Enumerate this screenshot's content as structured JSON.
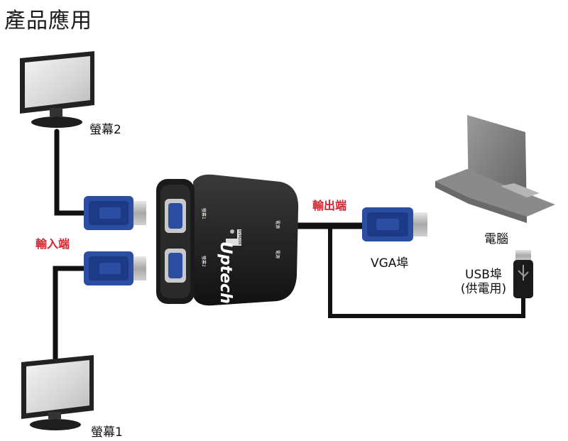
{
  "title": "產品應用",
  "labels": {
    "monitor2": "螢幕2",
    "monitor1": "螢幕1",
    "input_end": "輸入端",
    "output_end": "輸出端",
    "vga_port": "VGA埠",
    "computer": "電腦",
    "usb_port": "USB埠",
    "usb_power": "(供電用)"
  },
  "device": {
    "brand": "Uptech",
    "model": "KVM206",
    "port1": "螢幕1",
    "port2": "螢幕2",
    "power1": "電源",
    "power2": "電源"
  },
  "colors": {
    "cable": "#111111",
    "vga_blue": "#2b4ea3",
    "device_body": "#1c1c1c",
    "accent_red": "#d9232d"
  }
}
